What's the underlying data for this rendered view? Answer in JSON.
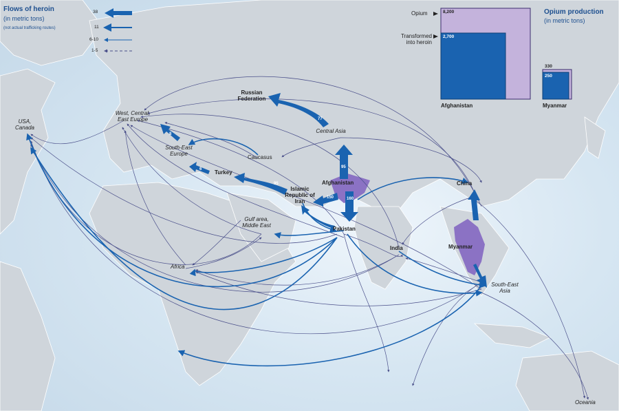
{
  "legend_flows": {
    "title": "Flows of heroin",
    "subtitle": "(in metric tons)",
    "note": "(not actual trafficking routes)",
    "classes": [
      "38",
      "11",
      "6-10",
      "1-5"
    ]
  },
  "legend_production": {
    "title": "Opium production",
    "subtitle": "(in metric tons)",
    "opium_label": "Opium",
    "transformed_label": "Transformed into heroin",
    "afghanistan": {
      "name": "Afghanistan",
      "opium": "8,200",
      "heroin": "2,700"
    },
    "myanmar": {
      "name": "Myanmar",
      "opium": "330",
      "heroin": "250"
    }
  },
  "regions": {
    "usa_canada": "USA, Canada",
    "europe": "West, Central, East Europe",
    "russia": "Russian Federation",
    "central_asia": "Central Asia",
    "south_east_europe": "South-East Europe",
    "caucasus": "Caucasus",
    "turkey": "Turkey",
    "afghanistan": "Afghanistan",
    "iran": "Islamic Republic of Iran",
    "gulf": "Gulf area, Middle East",
    "pakistan": "Pakistan",
    "africa": "Africa",
    "india": "India",
    "china": "China",
    "myanmar": "Myanmar",
    "se_asia": "South-East Asia",
    "oceania": "Oceania"
  },
  "flow_values": {
    "russia": "77",
    "central_asia": "95",
    "turkey": "95",
    "iran_pak": "150",
    "afg_pak": "160",
    "caucasus": "6",
    "see": "8"
  },
  "colors": {
    "flow": "#1a63b0",
    "producer": "#8b72c4",
    "land": "#cfd5db",
    "sea": "#d6e6f2"
  }
}
